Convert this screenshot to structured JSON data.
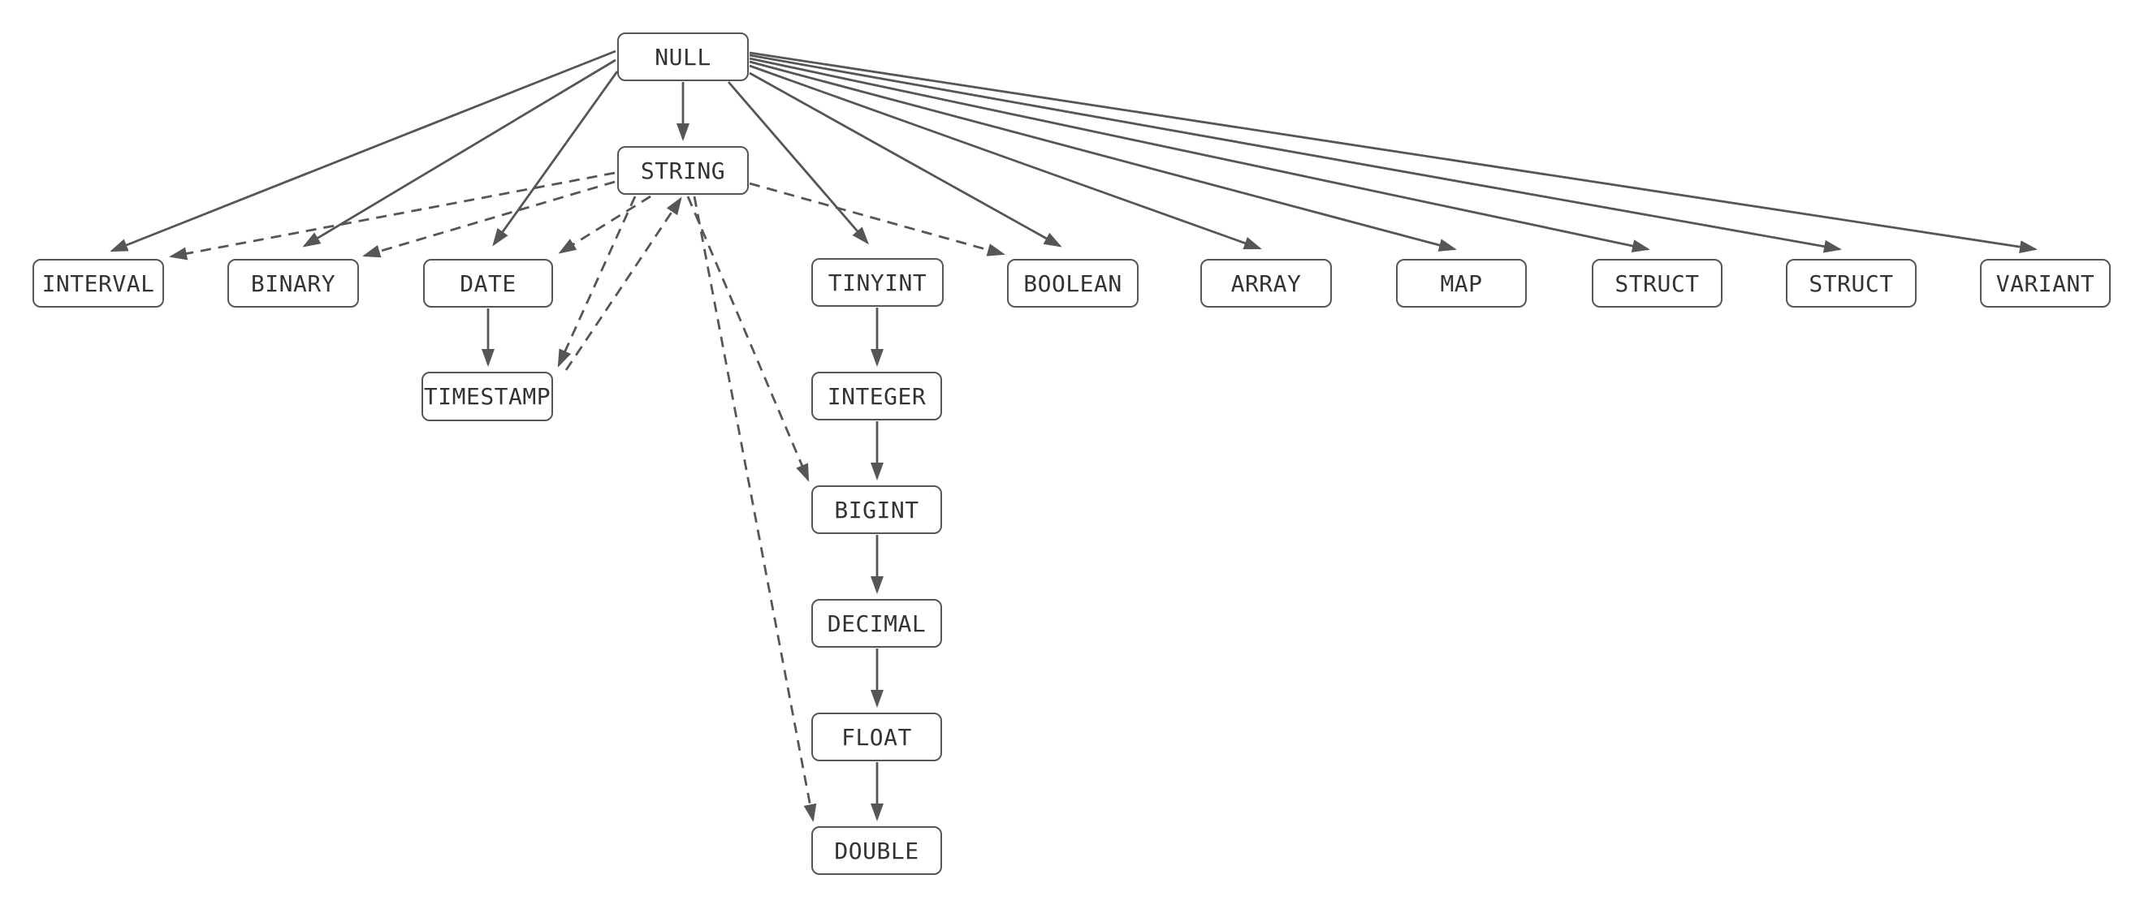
{
  "diagram": {
    "title": "type-precedence-graph",
    "colors": {
      "background": "#ffffff",
      "node_fill": "#ffffff",
      "node_border": "#565656",
      "node_text": "#333333",
      "edge": "#565656"
    },
    "nodes": [
      {
        "id": "null",
        "label": "NULL"
      },
      {
        "id": "string",
        "label": "STRING"
      },
      {
        "id": "interval",
        "label": "INTERVAL"
      },
      {
        "id": "binary",
        "label": "BINARY"
      },
      {
        "id": "date",
        "label": "DATE"
      },
      {
        "id": "tinyint",
        "label": "TINYINT"
      },
      {
        "id": "boolean",
        "label": "BOOLEAN"
      },
      {
        "id": "array",
        "label": "ARRAY"
      },
      {
        "id": "map",
        "label": "MAP"
      },
      {
        "id": "struct1",
        "label": "STRUCT"
      },
      {
        "id": "struct2",
        "label": "STRUCT"
      },
      {
        "id": "variant",
        "label": "VARIANT"
      },
      {
        "id": "timestamp",
        "label": "TIMESTAMP"
      },
      {
        "id": "integer",
        "label": "INTEGER"
      },
      {
        "id": "bigint",
        "label": "BIGINT"
      },
      {
        "id": "decimal",
        "label": "DECIMAL"
      },
      {
        "id": "float",
        "label": "FLOAT"
      },
      {
        "id": "double",
        "label": "DOUBLE"
      }
    ],
    "edges": [
      {
        "from": "null",
        "to": "string",
        "style": "solid"
      },
      {
        "from": "null",
        "to": "interval",
        "style": "solid"
      },
      {
        "from": "null",
        "to": "binary",
        "style": "solid"
      },
      {
        "from": "null",
        "to": "date",
        "style": "solid"
      },
      {
        "from": "null",
        "to": "tinyint",
        "style": "solid"
      },
      {
        "from": "null",
        "to": "boolean",
        "style": "solid"
      },
      {
        "from": "null",
        "to": "array",
        "style": "solid"
      },
      {
        "from": "null",
        "to": "map",
        "style": "solid"
      },
      {
        "from": "null",
        "to": "struct1",
        "style": "solid"
      },
      {
        "from": "null",
        "to": "struct2",
        "style": "solid"
      },
      {
        "from": "null",
        "to": "variant",
        "style": "solid"
      },
      {
        "from": "date",
        "to": "timestamp",
        "style": "solid"
      },
      {
        "from": "tinyint",
        "to": "integer",
        "style": "solid"
      },
      {
        "from": "integer",
        "to": "bigint",
        "style": "solid"
      },
      {
        "from": "bigint",
        "to": "decimal",
        "style": "solid"
      },
      {
        "from": "decimal",
        "to": "float",
        "style": "solid"
      },
      {
        "from": "float",
        "to": "double",
        "style": "solid"
      },
      {
        "from": "string",
        "to": "interval",
        "style": "dashed"
      },
      {
        "from": "string",
        "to": "binary",
        "style": "dashed"
      },
      {
        "from": "string",
        "to": "date",
        "style": "dashed"
      },
      {
        "from": "string",
        "to": "timestamp",
        "style": "dashed"
      },
      {
        "from": "timestamp",
        "to": "string",
        "style": "dashed"
      },
      {
        "from": "string",
        "to": "bigint",
        "style": "dashed"
      },
      {
        "from": "string",
        "to": "double",
        "style": "dashed"
      },
      {
        "from": "string",
        "to": "boolean",
        "style": "dashed"
      }
    ]
  }
}
